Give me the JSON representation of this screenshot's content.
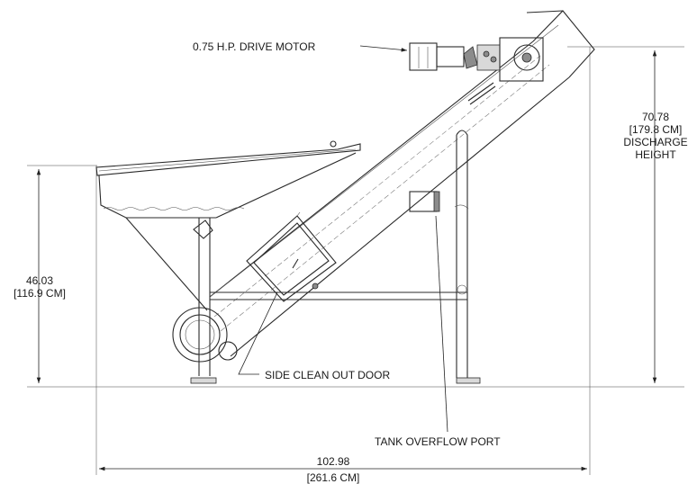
{
  "callouts": {
    "drive_motor": "0.75 H.P. DRIVE MOTOR",
    "clean_out_door": "SIDE CLEAN OUT DOOR",
    "overflow_port": "TANK OVERFLOW PORT"
  },
  "dimensions": {
    "discharge": {
      "value": "70.78",
      "metric": "[179.8 CM]",
      "line1": "DISCHARGE",
      "line2": "HEIGHT"
    },
    "tank_height": {
      "value": "46.03",
      "metric": "[116.9 CM]"
    },
    "overall_length": {
      "value": "102.98",
      "metric": "[261.6 CM]"
    }
  }
}
